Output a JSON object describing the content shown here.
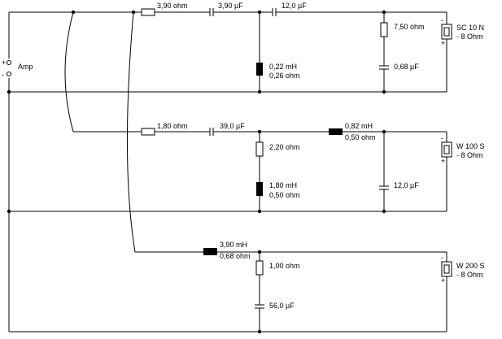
{
  "amp": {
    "label": "Amp",
    "plus": "+",
    "minus": "-"
  },
  "tweeter": {
    "r_series": "3,90 ohm",
    "c1": "3,90 µF",
    "c2": "12,0 µF",
    "l_shunt": "0,22 mH",
    "l_shunt_r": "0,26 ohm",
    "r_parallel": "7,50 ohm",
    "c_parallel": "0,68 µF",
    "speaker": "SC 10 N",
    "impedance": "- 8 Ohm",
    "plus": "+",
    "minus": "-"
  },
  "mid": {
    "r_series": "1,80 ohm",
    "c_series": "39,0 µF",
    "l_series": "0,82 mH",
    "l_series_r": "0,50 ohm",
    "r_shunt": "2,20 ohm",
    "l_shunt": "1,80 mH",
    "l_shunt_r": "0,50 ohm",
    "c_parallel": "12,0 µF",
    "speaker": "W 100 S",
    "impedance": "- 8 Ohm",
    "plus": "+",
    "minus": "-"
  },
  "woofer": {
    "l_series": "3,90 mH",
    "l_series_r": "0,68 ohm",
    "r_shunt": "1,00 ohm",
    "c_shunt": "56,0 µF",
    "speaker": "W 200 S",
    "impedance": "- 8 Ohm",
    "plus": "+",
    "minus": "-"
  }
}
